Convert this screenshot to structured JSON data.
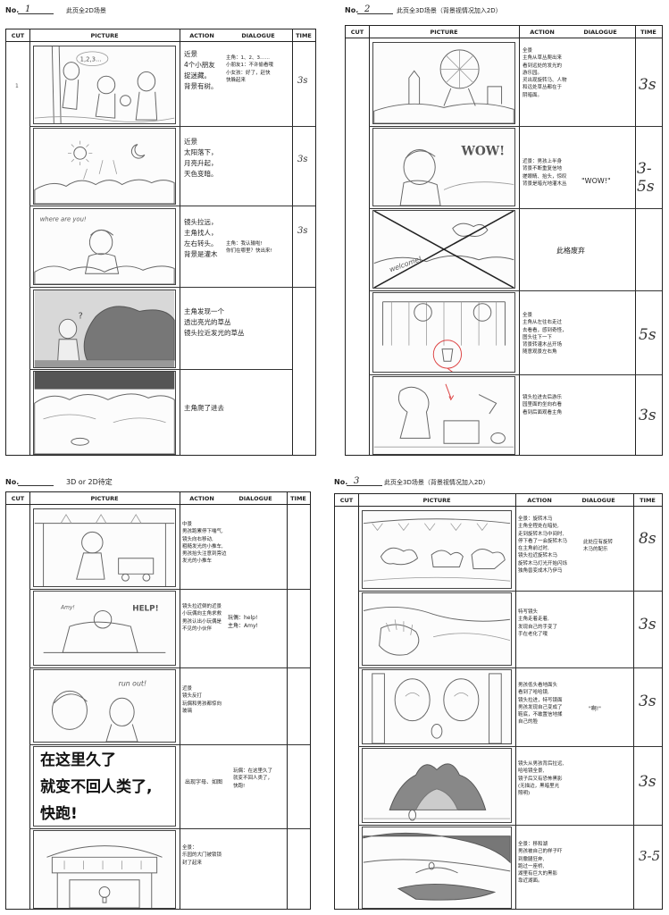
{
  "headers": {
    "cut": "CUT",
    "picture": "PICTURE",
    "action": "ACTION",
    "dialogue": "DIALOGUE",
    "time": "TIME"
  },
  "sheets": [
    {
      "no_label": "No.",
      "no_value": "1",
      "title": "此页全2D场景",
      "cuts": [
        {
          "num": "1",
          "action": "近景\n4个小朋友\n捉迷藏。\n背景有树。",
          "dialogue": "主角：1、2、3……\n小朋友1：不许偷看哦\n小女孩：好了，赶快\n快躲起来",
          "time": "3s",
          "sketch_text": "1,2,3..."
        },
        {
          "action": "近景\n太阳落下，\n月亮升起，\n天色变暗。",
          "dialogue": "",
          "time": "3s"
        },
        {
          "action": "镜头拉远，\n主角找人，\n左右转头。\n背景是灌木",
          "dialogue": "主角：我认输啦!\n你们在哪里？快出来!",
          "time": "3s",
          "sketch_text": "where are you!"
        },
        {
          "action": "主角发现一个\n透出亮光的草丛\n镜头拉近发光的草丛",
          "dialogue": "",
          "time": ""
        },
        {
          "action": "主角爬了进去",
          "dialogue": "",
          "time": ""
        }
      ]
    },
    {
      "no_label": "No.",
      "no_value": "2",
      "title": "此页全3D场景（背景视情况加入2D）",
      "cuts": [
        {
          "action": "全景\n主角从草丛爬出来\n看到远处的发光的\n游乐园。\n灵出现旋转马、人物\n和远处草丛都在于\n阴暗面。",
          "dialogue": "",
          "time": "3s"
        },
        {
          "action": "近景：男孩上半身\n背景不断重复信地\n搓眼睛、抬头，惊叹\n背景是暗光地灌木丛",
          "dialogue": "\"WOW!\"",
          "time": "3-5s",
          "sketch_text": "WOW!"
        },
        {
          "action": "",
          "dialogue": "此格废弃",
          "time": "",
          "sketch_text": "welcome!"
        },
        {
          "action": "全景\n主角从左往右走过\n去看看，感到奇怪，\n图头往下一下\n背景转灌木丛开场\n随意观景左右角",
          "dialogue": "",
          "time": "5s"
        },
        {
          "action": "镜头拉进去后游乐\n园里面的坐向右看\n看到后面观看主角",
          "dialogue": "",
          "time": "3s"
        }
      ]
    },
    {
      "no_label": "No.",
      "no_value": "3D or 2D待定",
      "title": "",
      "cuts": [
        {
          "action": "中景\n男孩跑累停下喘气,\n镜头向右移动,\n粗糙发光的小推车,\n男孩抬头注意到旁边\n发光的小推车",
          "dialogue": "",
          "time": ""
        },
        {
          "action": "镜头拉近倒的近景\n小玩偶向主角求救\n男孩认出小玩偶是\n不见的小伙伴",
          "dialogue": "玩偶：help!\n主角：Amy!",
          "time": "",
          "sketch_text": "HELP!"
        },
        {
          "action": "近景\n镜头反打\n玩偶和男孩都惊向\n玻璃",
          "dialogue": "",
          "time": "",
          "sketch_text": "run out!"
        },
        {
          "action": "出现字母、如图",
          "dialogue": "玩偶：在这里久了\n就变不回人类了，\n快跑!",
          "time": "",
          "big_text": "在这里久了\n就变不回人类了,\n快跑!"
        },
        {
          "action": "全景：\n乐园的大门被锁锁\n封了起来",
          "dialogue": "",
          "time": ""
        }
      ]
    },
    {
      "no_label": "No.",
      "no_value": "3",
      "title": "此页全3D场景（背景视情况加入2D）",
      "cuts": [
        {
          "action": "全景：旋转木马\n主角全程处在暗处,\n走到旋转木马中间时,\n停下看了一会旋转木马\n在主角前过时,\n镜头拉近旋转木马\n旋转木马灯光开始闪烁\n独角兽变成木乃伊马",
          "dialogue": "此处应有旋转\n木马的配乐",
          "time": "8s"
        },
        {
          "action": "特写镜头\n主角走着走着,\n发现自己的手变了\n手在老化了哦",
          "dialogue": "",
          "time": "3s"
        },
        {
          "action": "男孩低头看地面头\n看到了哈哈镜,\n镜头拉进，特写镜面\n男孩发现自己变成了\n鞋底，不敢置信地揉\n自己的脸",
          "dialogue": "\"啊!\"",
          "time": "3s"
        },
        {
          "action": "镜头从男孩背后拉远,\n哈哈镜全景,\n镜子后又有恐怖黑影\n(无描边，黑暗里光\n照明)",
          "dialogue": "",
          "time": "3s"
        },
        {
          "action": "全景：移和湖\n男孩被自己的样子吓\n到撒腿狂奔,\n跑过一座桥,\n湖里有巨大的黑影\n靠近湖面。",
          "dialogue": "",
          "time": "3-5"
        }
      ]
    }
  ]
}
